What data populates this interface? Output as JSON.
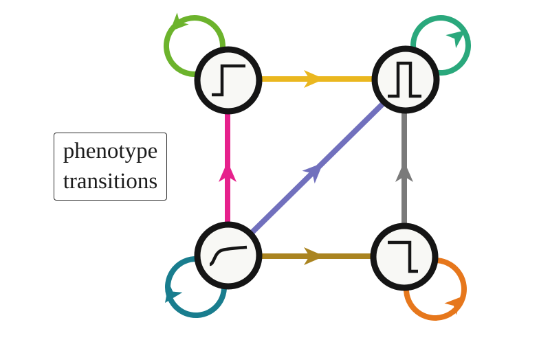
{
  "figure": {
    "background": "#ffffff",
    "label": {
      "lines": [
        "phenotype",
        "transitions"
      ]
    }
  },
  "node_style": {
    "fill": "#f8f8f5",
    "stroke": "#151515"
  },
  "nodes": [
    {
      "id": "step-up",
      "name": "step-up-phenotype-node",
      "icon": "step-up-waveform-icon",
      "loop_color": "#6cb32c"
    },
    {
      "id": "pulse",
      "name": "pulse-phenotype-node",
      "icon": "pulse-waveform-icon",
      "loop_color": "#2aa87c"
    },
    {
      "id": "sigmoid",
      "name": "sigmoid-phenotype-node",
      "icon": "sigmoid-waveform-icon",
      "loop_color": "#197d8e"
    },
    {
      "id": "step-down",
      "name": "step-down-phenotype-node",
      "icon": "step-down-waveform-icon",
      "loop_color": "#e6771c"
    }
  ],
  "edges": [
    {
      "from": "step-up",
      "to": "pulse",
      "color": "#eab71f"
    },
    {
      "from": "sigmoid",
      "to": "step-up",
      "color": "#e6218c"
    },
    {
      "from": "sigmoid",
      "to": "pulse",
      "color": "#7170bd"
    },
    {
      "from": "step-down",
      "to": "pulse",
      "color": "#7a7a7a"
    },
    {
      "from": "sigmoid",
      "to": "step-down",
      "color": "#aa8420"
    }
  ]
}
